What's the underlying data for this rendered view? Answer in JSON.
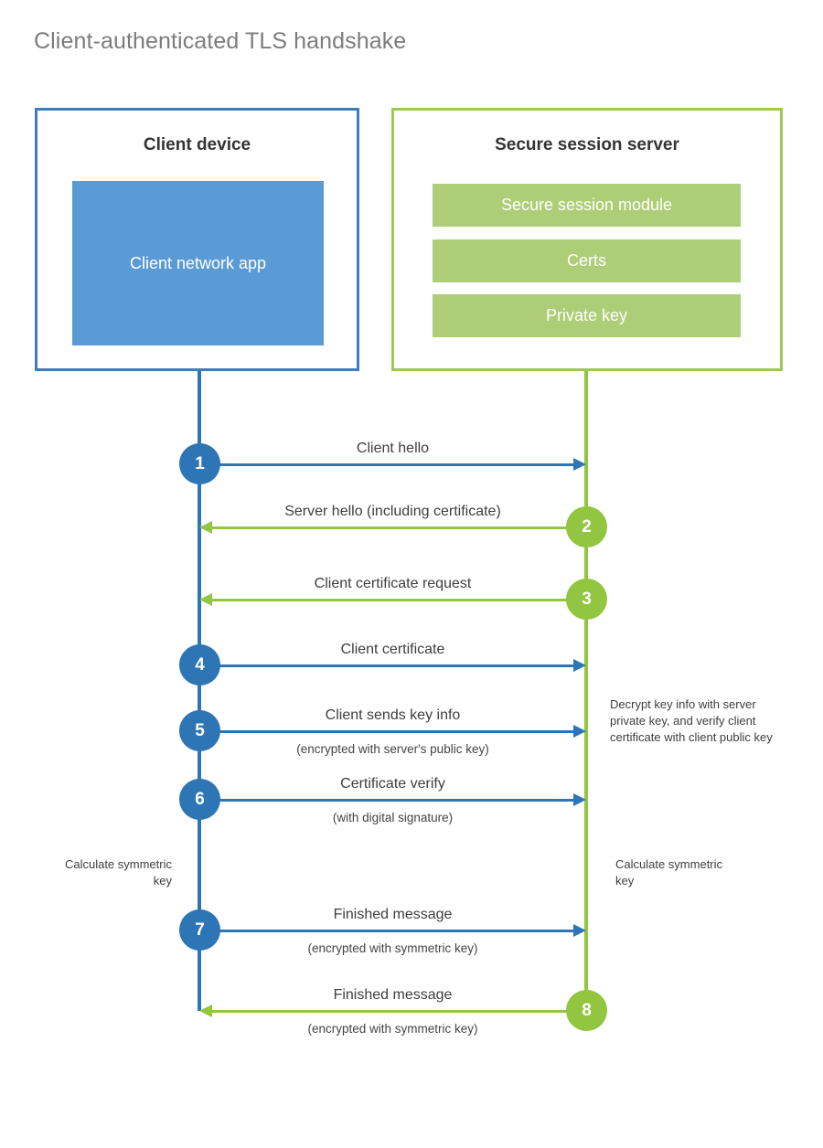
{
  "title": "Client-authenticated TLS handshake",
  "colors": {
    "client_blue": "#2e75b6",
    "client_border": "#3d7dbf",
    "client_app_fill": "#5b9bd5",
    "server_green": "#92c640",
    "server_border": "#9ec84e",
    "server_bar_fill": "#adce77",
    "title_gray": "#7c7c7c",
    "text_dark": "#343434",
    "background": "#ffffff"
  },
  "client": {
    "title": "Client device",
    "app_label": "Client network app"
  },
  "server": {
    "title": "Secure session server",
    "modules": [
      "Secure session module",
      "Certs",
      "Private key"
    ]
  },
  "messages": [
    {
      "step": "1",
      "direction": "client-to-server",
      "label": "Client hello",
      "sublabel": ""
    },
    {
      "step": "2",
      "direction": "server-to-client",
      "label": "Server hello (including certificate)",
      "sublabel": ""
    },
    {
      "step": "3",
      "direction": "server-to-client",
      "label": "Client certificate request",
      "sublabel": ""
    },
    {
      "step": "4",
      "direction": "client-to-server",
      "label": "Client certificate",
      "sublabel": ""
    },
    {
      "step": "5",
      "direction": "client-to-server",
      "label": "Client sends key info",
      "sublabel": "(encrypted with server's public key)"
    },
    {
      "step": "6",
      "direction": "client-to-server",
      "label": "Certificate verify",
      "sublabel": "(with digital signature)"
    },
    {
      "step": "7",
      "direction": "client-to-server",
      "label": "Finished message",
      "sublabel": "(encrypted with symmetric key)"
    },
    {
      "step": "8",
      "direction": "server-to-client",
      "label": "Finished message",
      "sublabel": "(encrypted with symmetric key)"
    }
  ],
  "notes": {
    "server_decrypt": "Decrypt key info with server private key, and verify client certificate with client public key",
    "client_calculate": "Calculate symmetric key",
    "server_calculate": "Calculate symmetric key"
  }
}
